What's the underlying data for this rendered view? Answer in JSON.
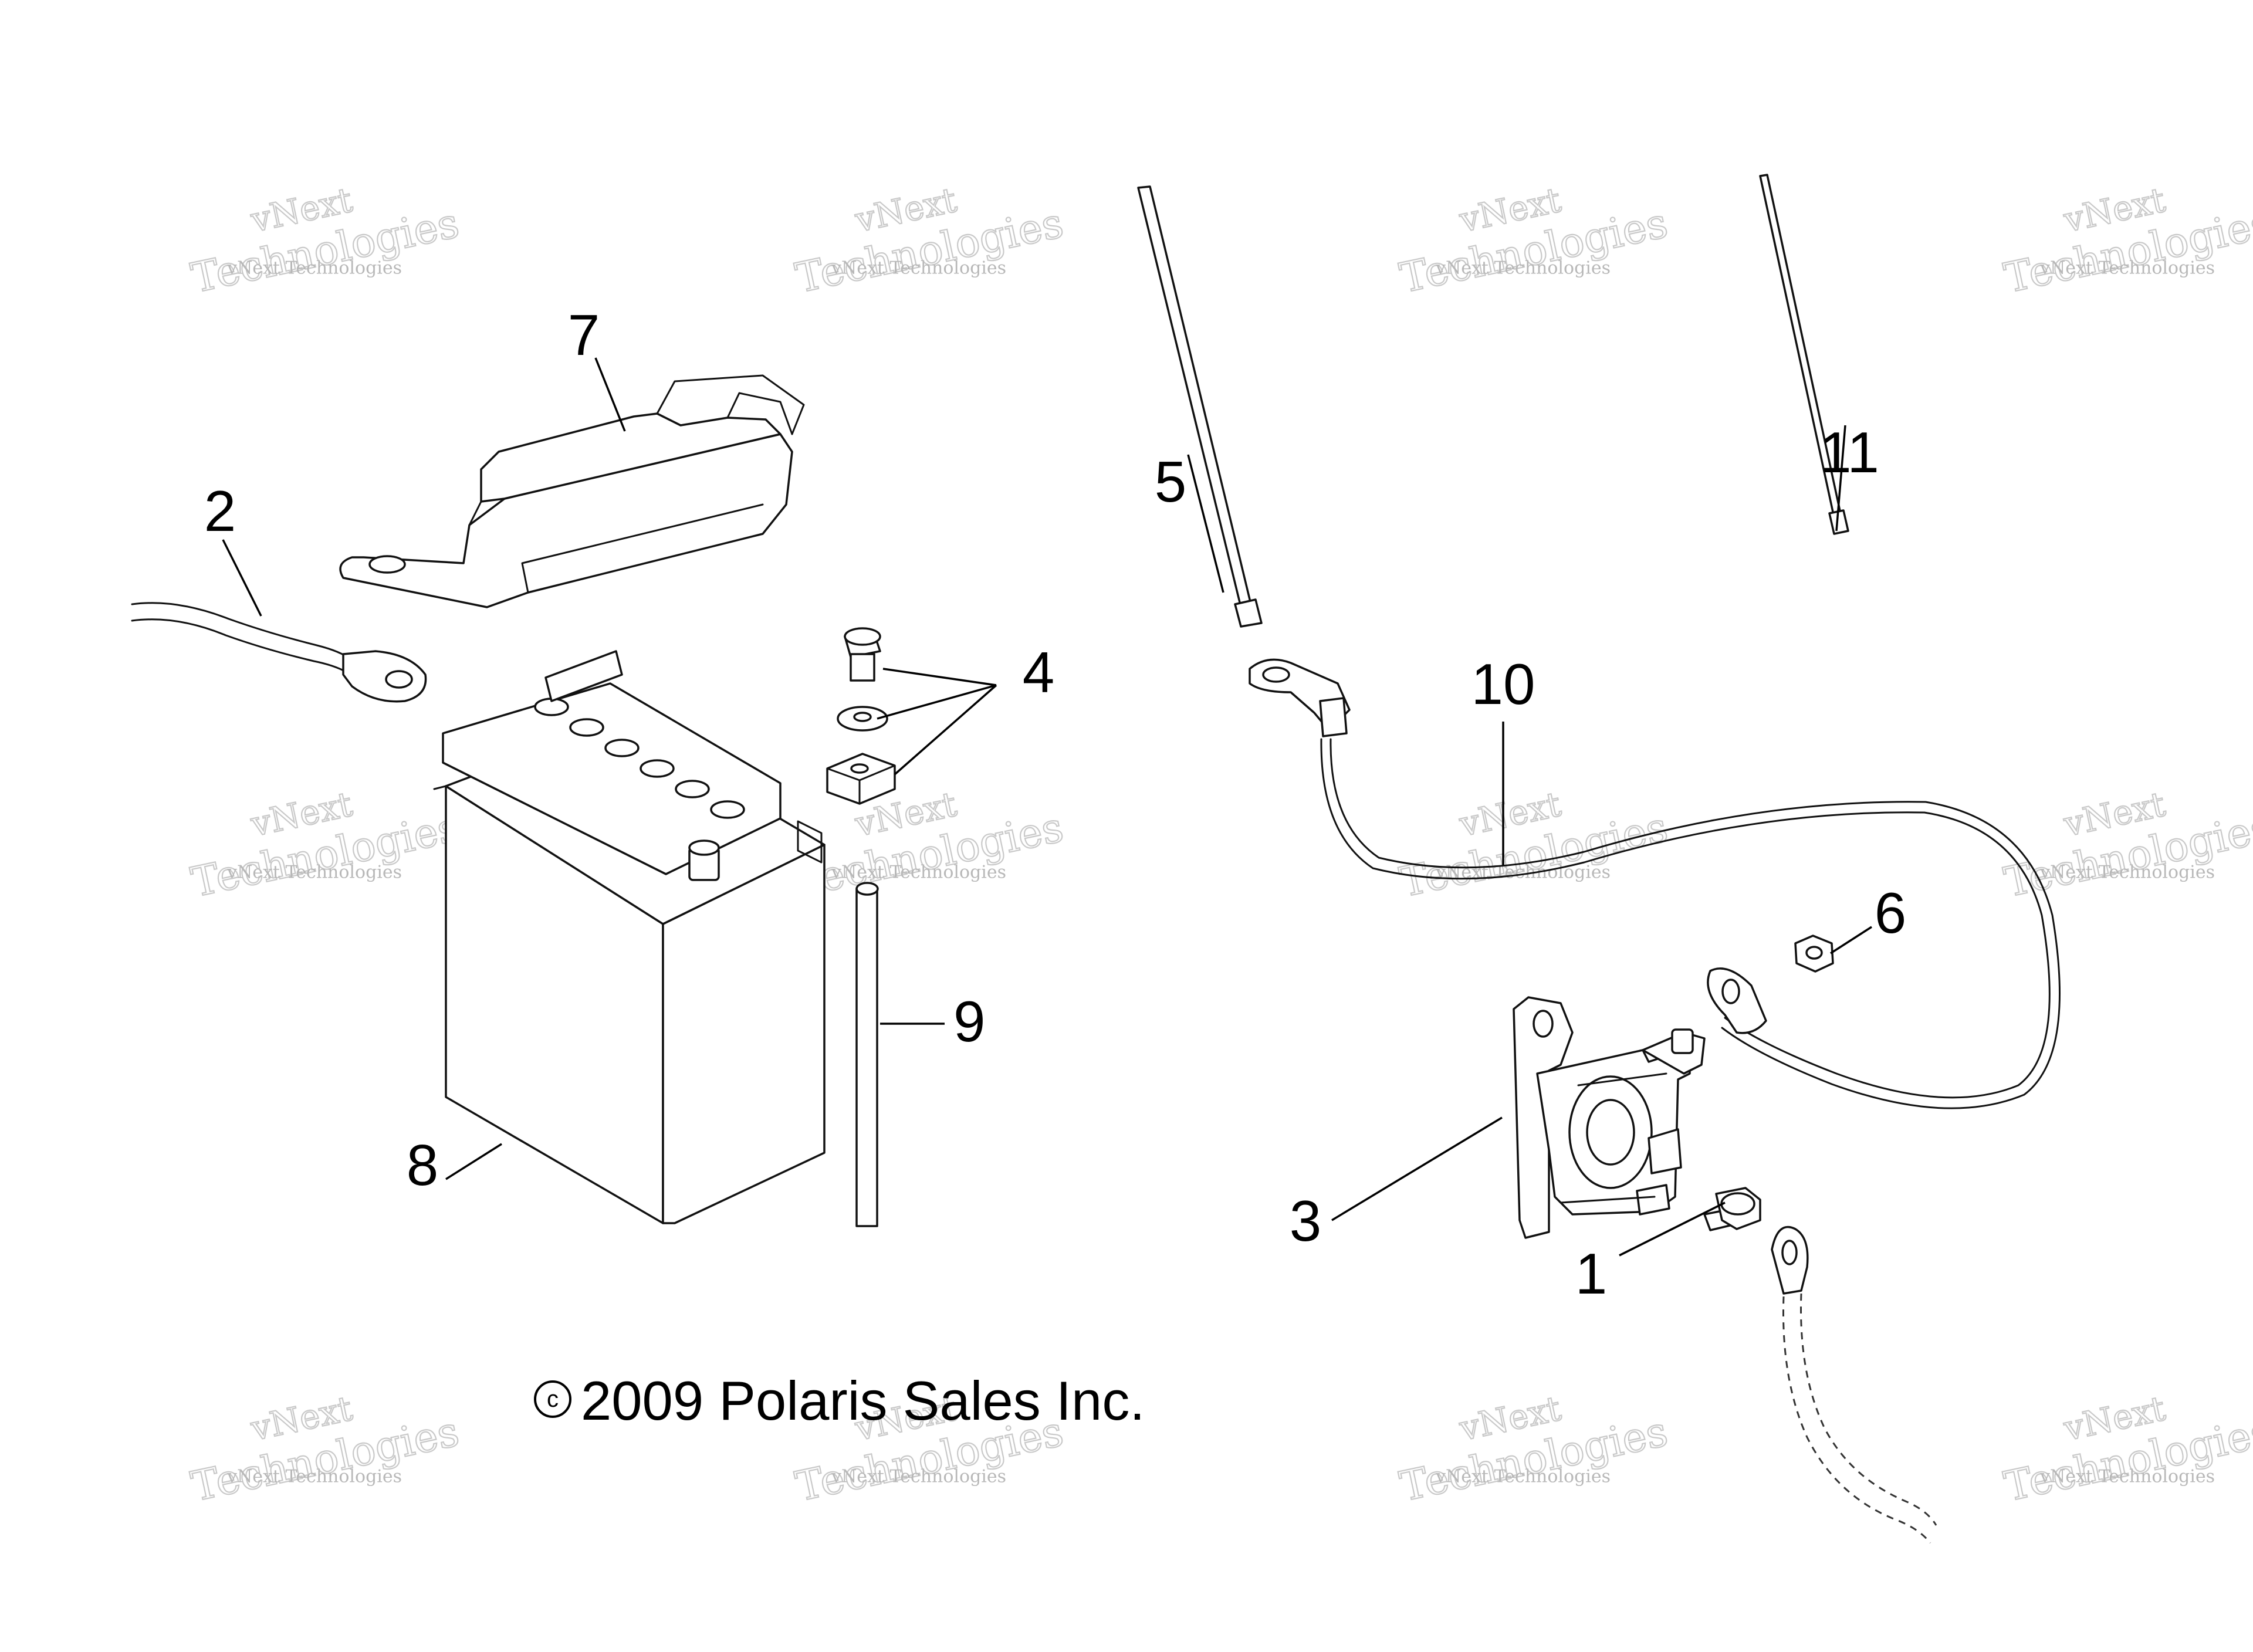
{
  "diagram": {
    "callouts": [
      {
        "id": "1",
        "label": "1"
      },
      {
        "id": "2",
        "label": "2"
      },
      {
        "id": "3",
        "label": "3"
      },
      {
        "id": "4",
        "label": "4"
      },
      {
        "id": "5",
        "label": "5"
      },
      {
        "id": "6",
        "label": "6"
      },
      {
        "id": "7",
        "label": "7"
      },
      {
        "id": "8",
        "label": "8"
      },
      {
        "id": "9",
        "label": "9"
      },
      {
        "id": "10",
        "label": "10"
      },
      {
        "id": "11",
        "label": "11"
      }
    ],
    "copyright": {
      "symbol": "c",
      "text": "2009 Polaris Sales Inc."
    },
    "watermark": {
      "line1": "vNext",
      "line2": "Technologies",
      "small": "vNext Technologies"
    }
  }
}
